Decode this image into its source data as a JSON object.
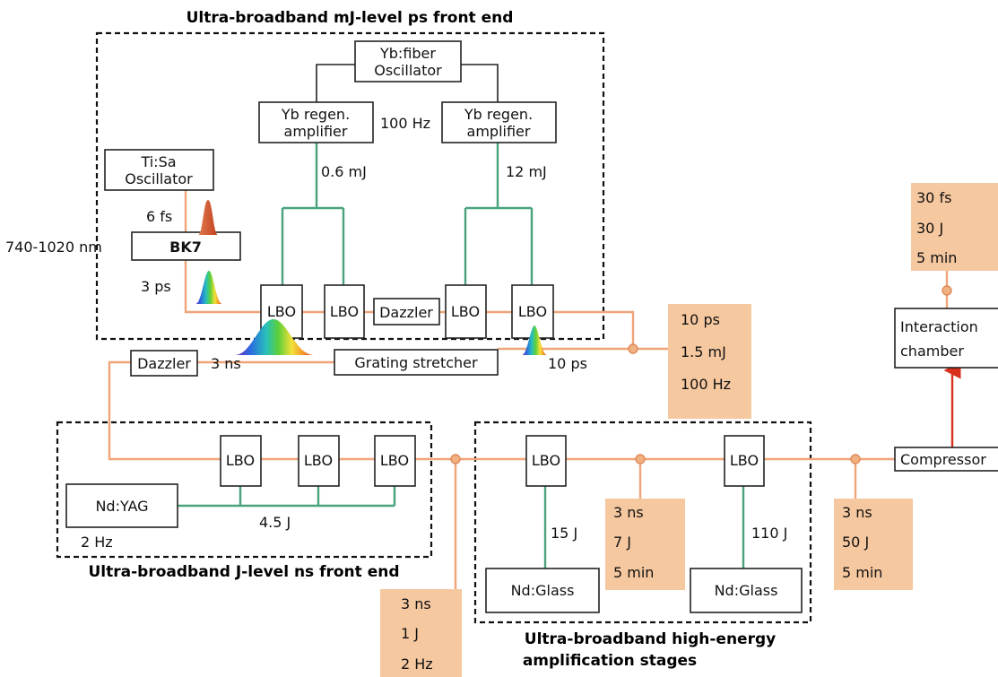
{
  "titles": {
    "ps_front_end": "Ultra-broadband mJ-level ps front end",
    "ns_front_end": "Ultra-broadband J-level ns front end",
    "amp_stages_1": "Ultra-broadband high-energy",
    "amp_stages_2": "amplification stages"
  },
  "components": {
    "yb_osc_1": "Yb:fiber",
    "yb_osc_2": "Oscillator",
    "yb_regen_1": "Yb regen.",
    "yb_regen_2": "amplifier",
    "tisa_1": "Ti:Sa",
    "tisa_2": "Oscillator",
    "bk7": "BK7",
    "lbo": "LBO",
    "dazzler": "Dazzler",
    "grating_stretcher": "Grating stretcher",
    "ndyag": "Nd:YAG",
    "ndglass": "Nd:Glass",
    "compressor": "Compressor",
    "interaction_1": "Interaction",
    "interaction_2": "chamber"
  },
  "labels": {
    "rep_100hz": "100 Hz",
    "energy_left": "0.6 mJ",
    "energy_right": "12 mJ",
    "pulse_6fs": "6 fs",
    "wavelength": "740-1020 nm",
    "pulse_3ps": "3 ps",
    "pulse_3ns": "3 ns",
    "pulse_10ps": "10 ps",
    "pump_4_5j": "4.5 J",
    "rep_2hz": "2 Hz",
    "pump_15j": "15 J",
    "pump_110j": "110 J"
  },
  "info_boxes": {
    "after_ps": [
      "10 ps",
      "1.5 mJ",
      "100 Hz"
    ],
    "after_ns": [
      "3 ns",
      "1 J",
      "2 Hz"
    ],
    "after_amp1": [
      "3 ns",
      "7 J",
      "5 min"
    ],
    "after_amp2": [
      "3 ns",
      "50 J",
      "5 min"
    ],
    "at_chamber": [
      "30 fs",
      "30 J",
      "5 min"
    ]
  },
  "colors": {
    "beam": "#f0a47a",
    "pump": "#4aa37c",
    "info_fill": "#f6c8a0",
    "compressed_beam": "#d8301c"
  }
}
